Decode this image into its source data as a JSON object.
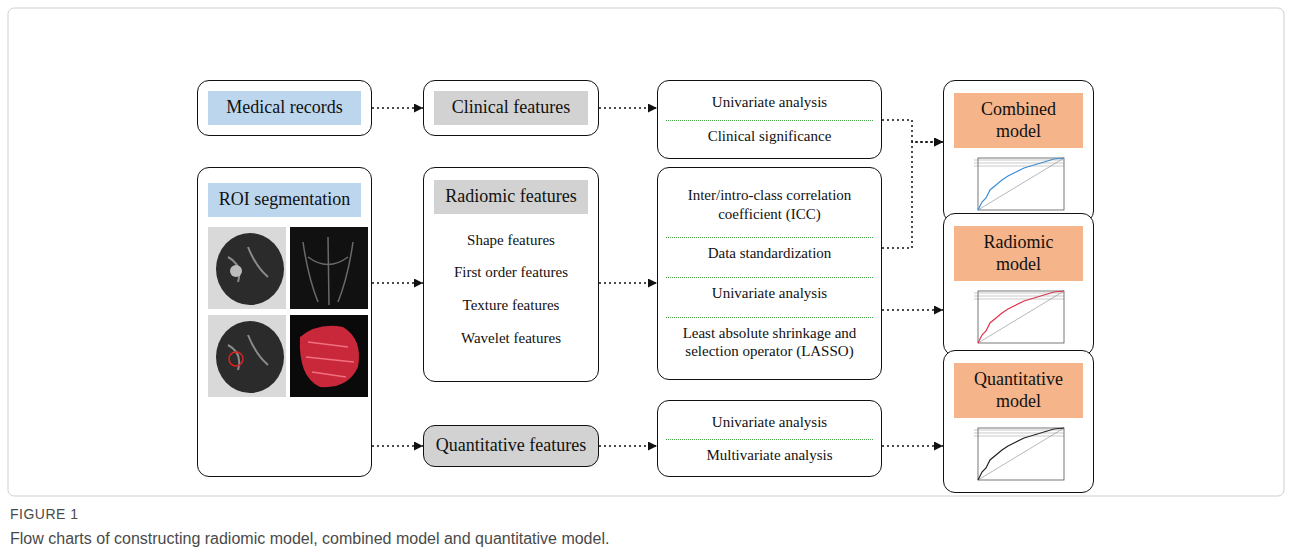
{
  "diagram": {
    "caption": "Flow charts of constructing radiomic model, combined model and quantitative model.",
    "nodes": [
      {
        "text": [
          "Medical records"
        ]
      },
      {
        "text": [
          "Clinical features"
        ]
      },
      {
        "text": [
          "Univariate analysis",
          "Clinical significance"
        ]
      },
      {
        "text": [
          "Combined model"
        ]
      },
      {
        "text": [
          "ROI segmentation"
        ]
      },
      {
        "text": [
          "Radiomic features",
          "Shape features",
          "First order features",
          "Texture features",
          "Wavelet features"
        ]
      },
      {
        "text": [
          "Inter/intro-class correlation coefficient (ICC)",
          "Data standardization",
          "Univariate analysis",
          "Least absolute shrinkage and selection operator (LASSO)"
        ]
      },
      {
        "text": [
          "Radiomic model"
        ]
      },
      {
        "text": [
          "Quantitative features"
        ]
      },
      {
        "text": [
          "Univariate analysis",
          "Multivariate analysis"
        ]
      },
      {
        "text": [
          "Quantitative model"
        ]
      }
    ],
    "edges": [
      {
        "from": 0,
        "to": 1,
        "arrow": "to"
      },
      {
        "from": 1,
        "to": 2,
        "arrow": "to"
      },
      {
        "from": 2,
        "to": 3,
        "arrow": "to"
      },
      {
        "from": 4,
        "to": 5,
        "arrow": "to"
      },
      {
        "from": 5,
        "to": 6,
        "arrow": "to"
      },
      {
        "from": 6,
        "to": 3,
        "arrow": "to"
      },
      {
        "from": 6,
        "to": 7,
        "arrow": "to"
      },
      {
        "from": 4,
        "to": 8,
        "arrow": "to"
      },
      {
        "from": 8,
        "to": 9,
        "arrow": "to"
      },
      {
        "from": 9,
        "to": 10,
        "arrow": "to"
      }
    ],
    "labels": [
      "FIGURE 1"
    ]
  }
}
